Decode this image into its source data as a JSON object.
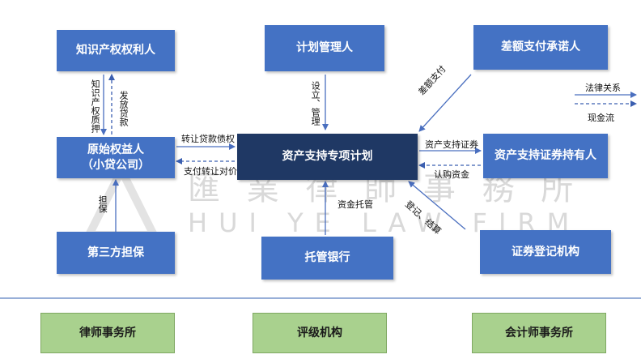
{
  "watermark": {
    "cn": "匯 業 律 師 事 務 所",
    "en": "HUI YE LAW FIRM"
  },
  "nodes": {
    "ip_holder": "知识产权权利人",
    "plan_manager": "计划管理人",
    "guarantor": "差额支付承诺人",
    "originator": "原始权益人\n（小贷公司）",
    "abs_plan": "资产支持专项计划",
    "security_holder": "资产支持证券持有人",
    "third_party_guarantor": "第三方担保",
    "custodian_bank": "托管银行",
    "registry": "证券登记机构"
  },
  "edges": {
    "ip_pledge": "知识产权质押",
    "issue_loan": "发放贷款",
    "setup_manage": "设立、管理",
    "deficiency_payment": "差额支付",
    "transfer_claims": "转让贷款债权",
    "pay_consideration": "支付转让对价",
    "abs_securities": "资产支持证券",
    "subscription_funds": "认购资金",
    "guarantee": "担保",
    "fund_custody": "资金托管",
    "registration_settlement": "登记、结算"
  },
  "legend": {
    "legal_relation": "法律关系",
    "cash_flow": "现金流"
  },
  "service_providers": [
    "律师事务所",
    "评级机构",
    "会计师事务所"
  ],
  "colors": {
    "box_blue": "#4472c4",
    "box_navy": "#1f3864",
    "box_green": "#a9d18e",
    "line_solid": "#4a6fbf",
    "line_dashed": "#3b5fb0",
    "divider": "#5b7fc0"
  }
}
